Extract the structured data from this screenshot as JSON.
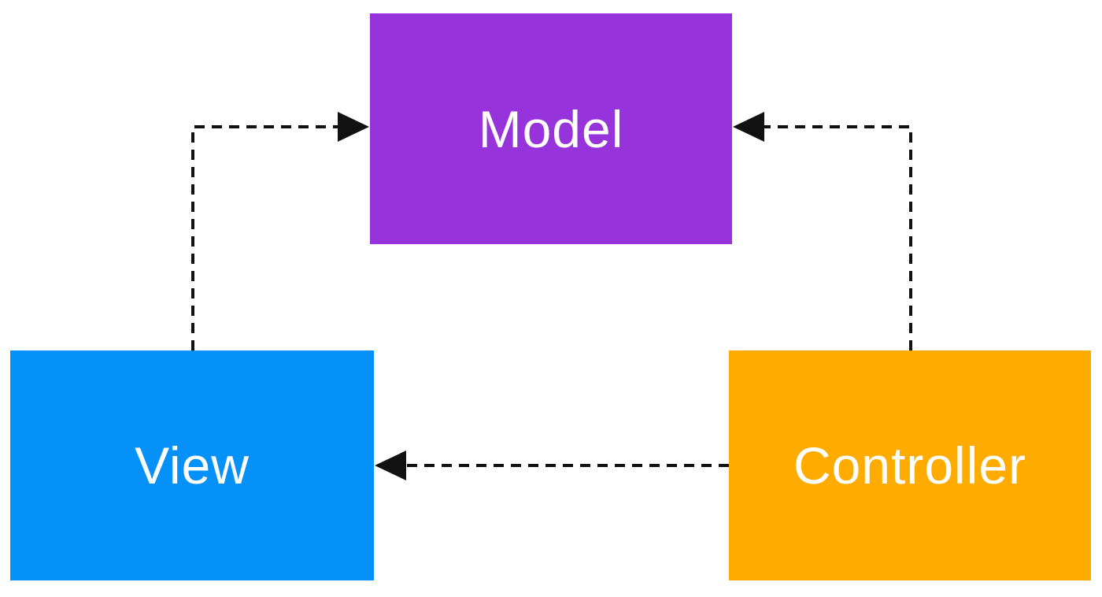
{
  "diagram": {
    "arrow_color": "#111111",
    "background_color": "#ffffff",
    "nodes": {
      "model": {
        "label": "Model",
        "color": "#9733DA",
        "text_color": "#ffffff"
      },
      "view": {
        "label": "View",
        "color": "#0591F8",
        "text_color": "#ffffff"
      },
      "controller": {
        "label": "Controller",
        "color": "#FFAB00",
        "text_color": "#ffffff"
      }
    },
    "edges": [
      {
        "from": "View",
        "to": "Model",
        "style": "dashed",
        "arrowhead": "solid-triangle"
      },
      {
        "from": "Controller",
        "to": "Model",
        "style": "dashed",
        "arrowhead": "solid-triangle"
      },
      {
        "from": "Controller",
        "to": "View",
        "style": "dashed",
        "arrowhead": "solid-triangle"
      }
    ]
  }
}
